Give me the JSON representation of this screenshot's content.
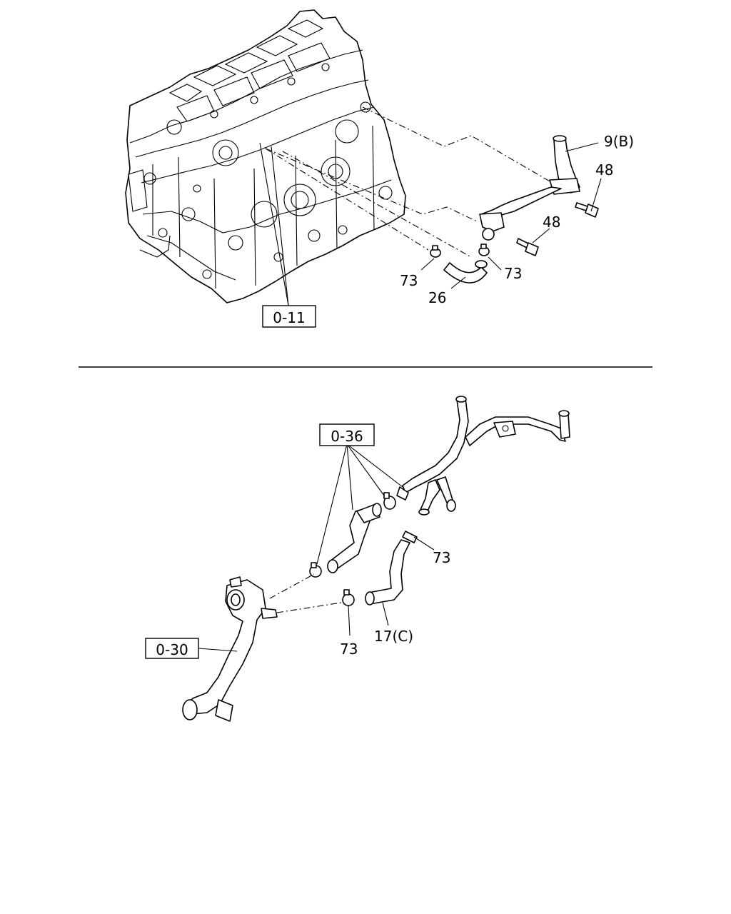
{
  "labels": {
    "ref_0_11": "0-11",
    "ref_0_36": "0-36",
    "ref_0_30": "0-30",
    "part_9b": "9(B)",
    "part_48_a": "48",
    "part_48_b": "48",
    "part_73_a": "73",
    "part_73_b": "73",
    "part_26": "26",
    "part_73_c": "73",
    "part_73_d": "73",
    "part_17c": "17(C)"
  }
}
